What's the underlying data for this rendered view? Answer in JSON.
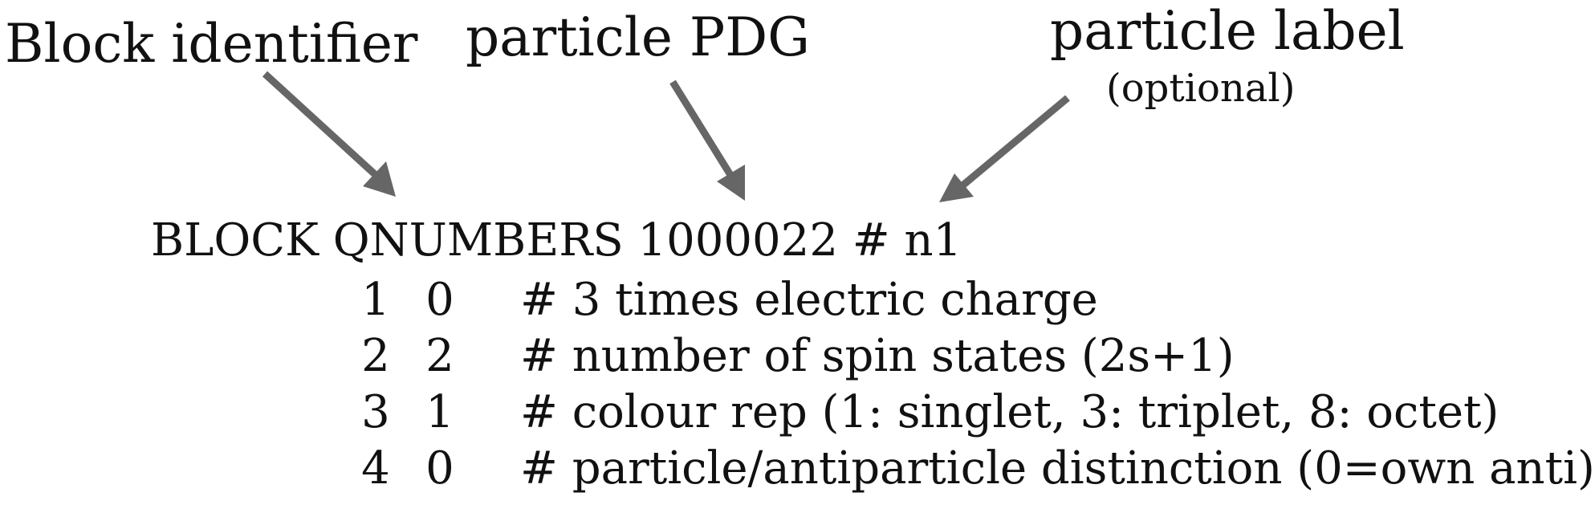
{
  "annotations": {
    "block_identifier": "Block identifier",
    "particle_pdg": "particle PDG",
    "particle_label": "particle label",
    "particle_label_note": "(optional)"
  },
  "block_header": "BLOCK QNUMBERS 1000022 # n1",
  "entries": [
    {
      "index": "1",
      "value": "0",
      "comment": "# 3 times electric charge"
    },
    {
      "index": "2",
      "value": "2",
      "comment": "# number of spin states (2s+1)"
    },
    {
      "index": "3",
      "value": "1",
      "comment": "# colour rep (1: singlet, 3: triplet, 8: octet)"
    },
    {
      "index": "4",
      "value": "0",
      "comment": "# particle/antiparticle distinction (0=own anti)"
    }
  ],
  "colors": {
    "arrow": "#666666",
    "text": "#111111",
    "background": "#ffffff"
  }
}
